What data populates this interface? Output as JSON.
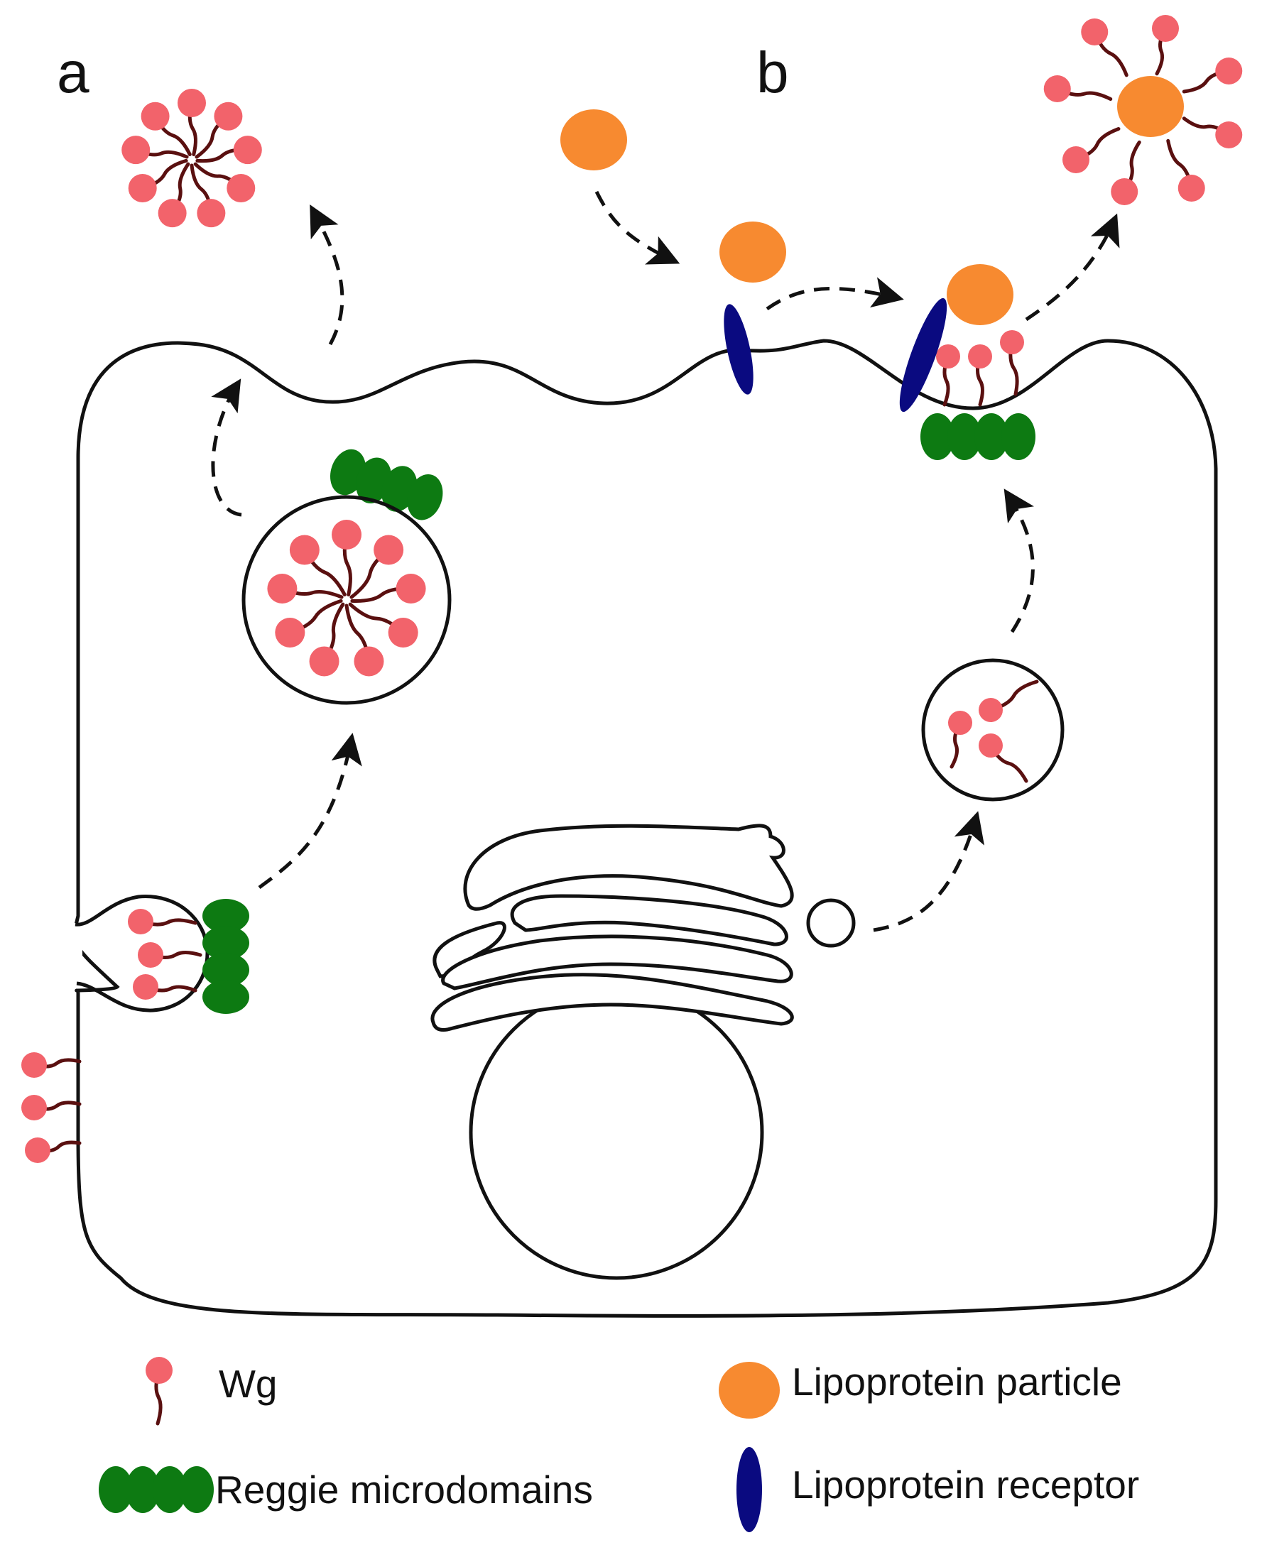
{
  "panel_labels": {
    "a": "a",
    "b": "b"
  },
  "legend": {
    "wg": "Wg",
    "reggie": "Reggie microdomains",
    "lipoprotein_particle": "Lipoprotein particle",
    "lipoprotein_receptor": "Lipoprotein receptor"
  },
  "colors": {
    "wg_head": "#f2636b",
    "wg_tail": "#5a1010",
    "reggie": "#0d7a12",
    "lipoprotein": "#f78a30",
    "receptor": "#0a0a80",
    "outline": "#111111"
  }
}
